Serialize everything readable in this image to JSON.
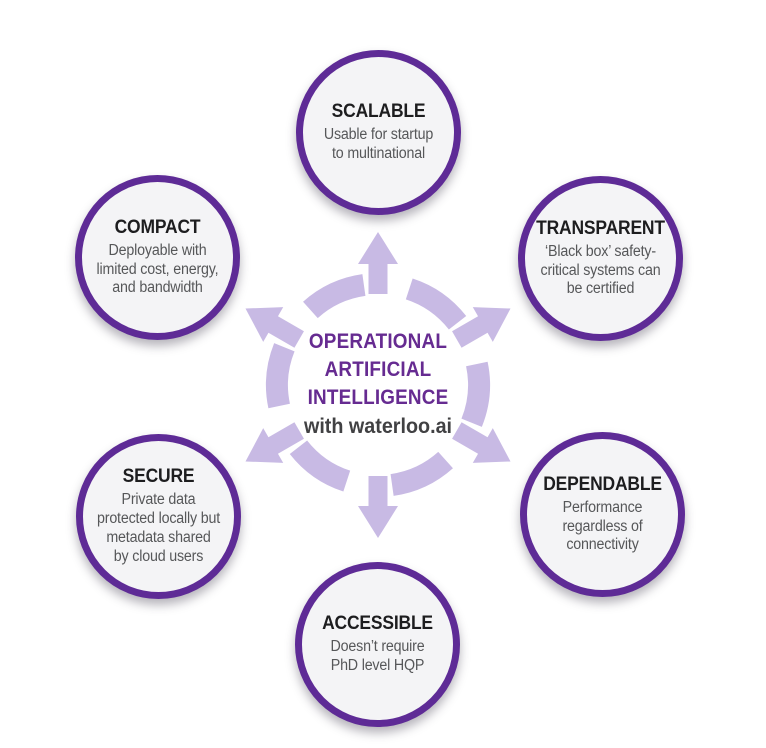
{
  "center": {
    "title_lines": [
      "OPERATIONAL",
      "ARTIFICIAL",
      "INTELLIGENCE"
    ],
    "subtitle": "with waterloo.ai"
  },
  "nodes": [
    {
      "id": "scalable",
      "title": "SCALABLE",
      "description_lines": [
        "Usable for startup",
        "to multinational"
      ]
    },
    {
      "id": "transparent",
      "title": "TRANSPARENT",
      "description_lines": [
        "‘Black box’ safety-",
        "critical systems can",
        "be certified"
      ]
    },
    {
      "id": "dependable",
      "title": "DEPENDABLE",
      "description_lines": [
        "Performance",
        "regardless of",
        "connectivity"
      ]
    },
    {
      "id": "accessible",
      "title": "ACCESSIBLE",
      "description_lines": [
        "Doesn’t require",
        "PhD level HQP"
      ]
    },
    {
      "id": "secure",
      "title": "SECURE",
      "description_lines": [
        "Private data",
        "protected locally but",
        "metadata shared",
        "by cloud users"
      ]
    },
    {
      "id": "compact",
      "title": "COMPACT",
      "description_lines": [
        "Deployable with",
        "limited cost, energy,",
        "and bandwidth"
      ]
    }
  ],
  "colors": {
    "circle_border": "#5e2b96",
    "circle_fill": "#f4f4f6",
    "wheel_arrow": "#c8bae4",
    "center_title": "#662b91",
    "center_subtitle": "#414143",
    "node_title": "#1d1d1f",
    "node_body": "#565759",
    "background": "#ffffff"
  }
}
